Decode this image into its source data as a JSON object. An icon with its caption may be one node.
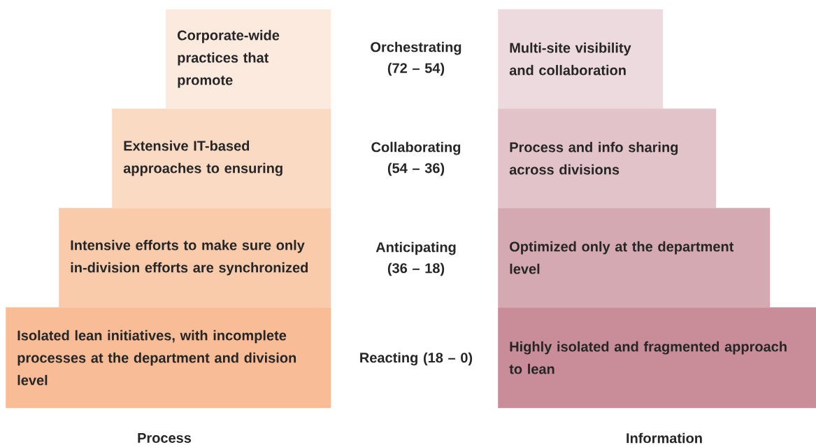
{
  "diagram": {
    "nodes": [
      {
        "text": [
          "Corporate-wide practices that promote"
        ]
      },
      {
        "text": [
          "Multi-site visibility and collaboration"
        ]
      },
      {
        "text": [
          "Extensive IT-based approaches to ensuring"
        ]
      },
      {
        "text": [
          "Process and info sharing across divisions"
        ]
      },
      {
        "text": [
          "Intensive efforts to make sure only in-division efforts are synchronized"
        ]
      },
      {
        "text": [
          "Optimized only at the department level"
        ]
      },
      {
        "text": [
          "Isolated lean initiatives, with incomplete processes at the department and division level"
        ]
      },
      {
        "text": [
          "Highly isolated and fragmented approach to lean"
        ]
      }
    ],
    "labels": [
      "Orchestrating (72 – 54)",
      "Collaborating (54 – 36)",
      "Anticipating (36 – 18)",
      "Reacting (18 – 0)",
      "Process",
      "Information"
    ]
  }
}
